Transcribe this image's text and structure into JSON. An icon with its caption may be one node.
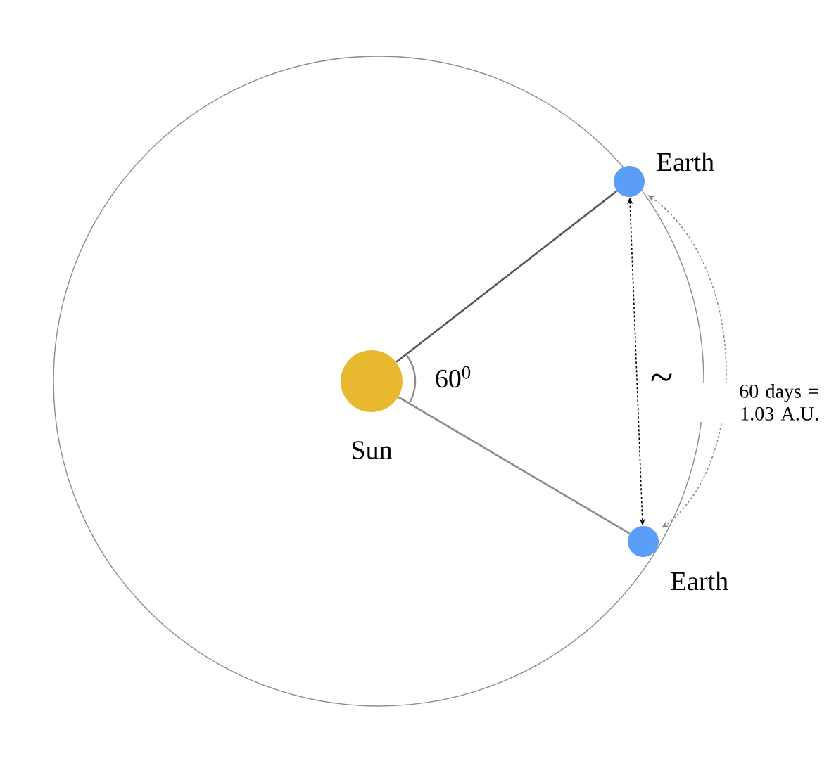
{
  "diagram": {
    "nodes": [
      {
        "text": [
          "Sun"
        ]
      },
      {
        "text": [
          "Earth"
        ]
      },
      {
        "text": [
          "Earth"
        ]
      }
    ],
    "edges": [
      {
        "from": 0,
        "to": 1,
        "arrow": "none",
        "color": "#555555"
      },
      {
        "from": 0,
        "to": 2,
        "arrow": "none",
        "color": "#8a8a8a"
      },
      {
        "from": 1,
        "to": 2,
        "arrow": "both",
        "style": "dashed",
        "color": "#000000",
        "label": "~"
      },
      {
        "from": 1,
        "to": 2,
        "arrow": "both",
        "style": "dashed",
        "color": "#8a8a8a",
        "label": "60 days = 1.03 A.U."
      }
    ],
    "labels": [
      "60$^{0}$"
    ]
  }
}
